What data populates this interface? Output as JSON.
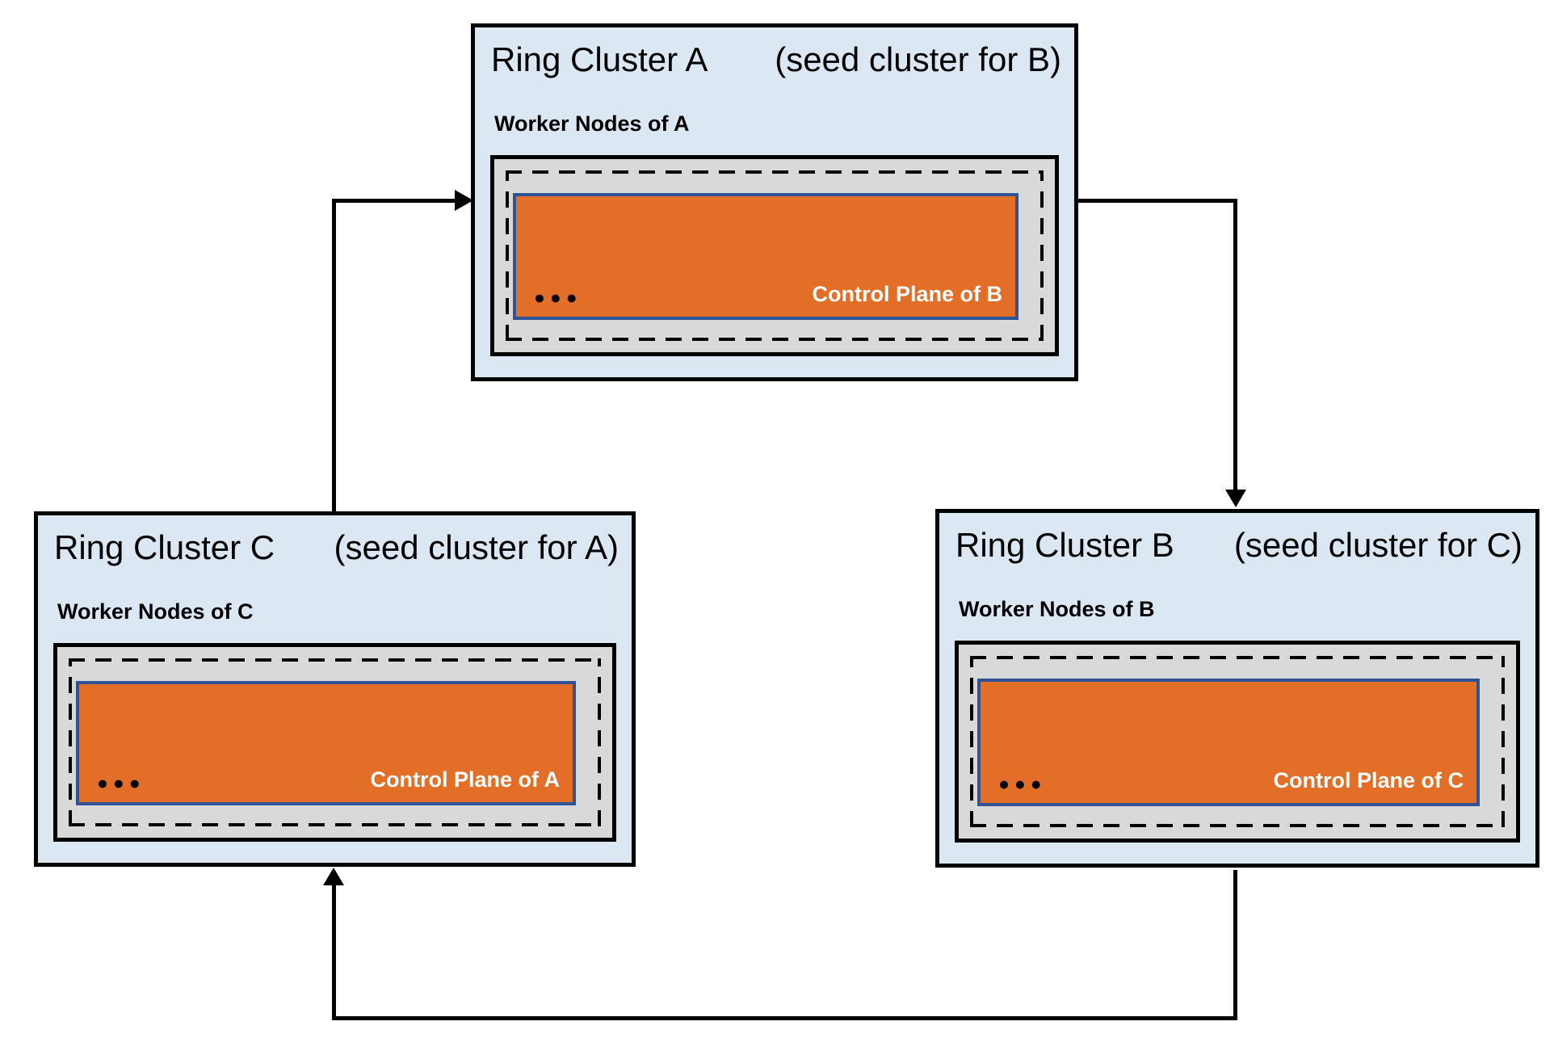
{
  "clusters": [
    {
      "id": "A",
      "title": "Ring Cluster A",
      "subtitle": "(seed cluster for B)",
      "worker_label": "Worker Nodes of A",
      "control_plane_label": "Control Plane of B",
      "ellipsis": "●●●"
    },
    {
      "id": "B",
      "title": "Ring Cluster B",
      "subtitle": "(seed cluster for C)",
      "worker_label": "Worker Nodes of B",
      "control_plane_label": "Control Plane of C",
      "ellipsis": "●●●"
    },
    {
      "id": "C",
      "title": "Ring Cluster C",
      "subtitle": "(seed cluster for A)",
      "worker_label": "Worker Nodes of C",
      "control_plane_label": "Control Plane of A",
      "ellipsis": "●●●"
    }
  ],
  "edges": [
    {
      "from": "Ring Cluster A",
      "to": "Ring Cluster B"
    },
    {
      "from": "Ring Cluster B",
      "to": "Ring Cluster C"
    },
    {
      "from": "Ring Cluster C",
      "to": "Ring Cluster A"
    }
  ],
  "colors": {
    "cluster_bg": "#dbe7f3",
    "node_bg": "#d9d9d9",
    "control_plane_bg": "#e26e28",
    "control_plane_border": "#2f5496",
    "control_text": "#ffffff",
    "line": "#000000"
  }
}
